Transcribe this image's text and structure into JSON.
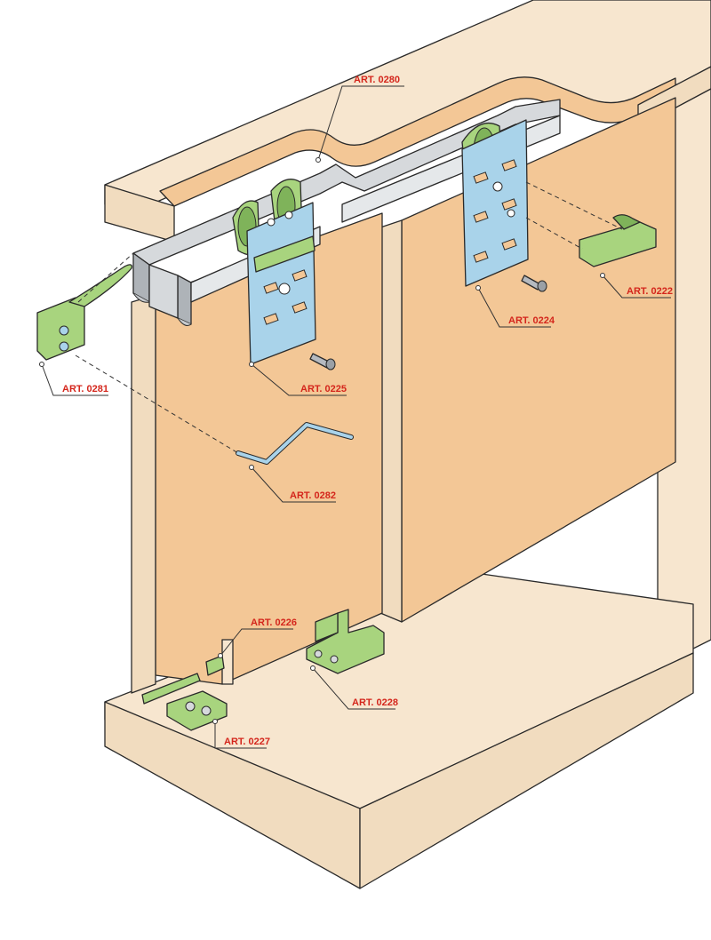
{
  "colors": {
    "wood_face": "#f3c796",
    "wood_light": "#f7e6cf",
    "wood_edge": "#f1dcbf",
    "metal": "#d6d9dc",
    "metal_dark": "#aeb3b8",
    "plate": "#a9d3ea",
    "plastic": "#a8d47e",
    "plastic_dark": "#7fb35a",
    "label": "#d4261c"
  },
  "parts": [
    {
      "id": "rail",
      "label": "ART. 0280"
    },
    {
      "id": "plate-large",
      "label": "ART. 0225"
    },
    {
      "id": "plate-small",
      "label": "ART. 0224"
    },
    {
      "id": "end-stop-right",
      "label": "ART. 0222"
    },
    {
      "id": "end-stop-left",
      "label": "ART. 0281"
    },
    {
      "id": "allen-key",
      "label": "ART. 0282"
    },
    {
      "id": "floor-guide",
      "label": "ART. 0226"
    },
    {
      "id": "guide-bracket",
      "label": "ART. 0227"
    },
    {
      "id": "double-guide",
      "label": "ART. 0228"
    }
  ]
}
